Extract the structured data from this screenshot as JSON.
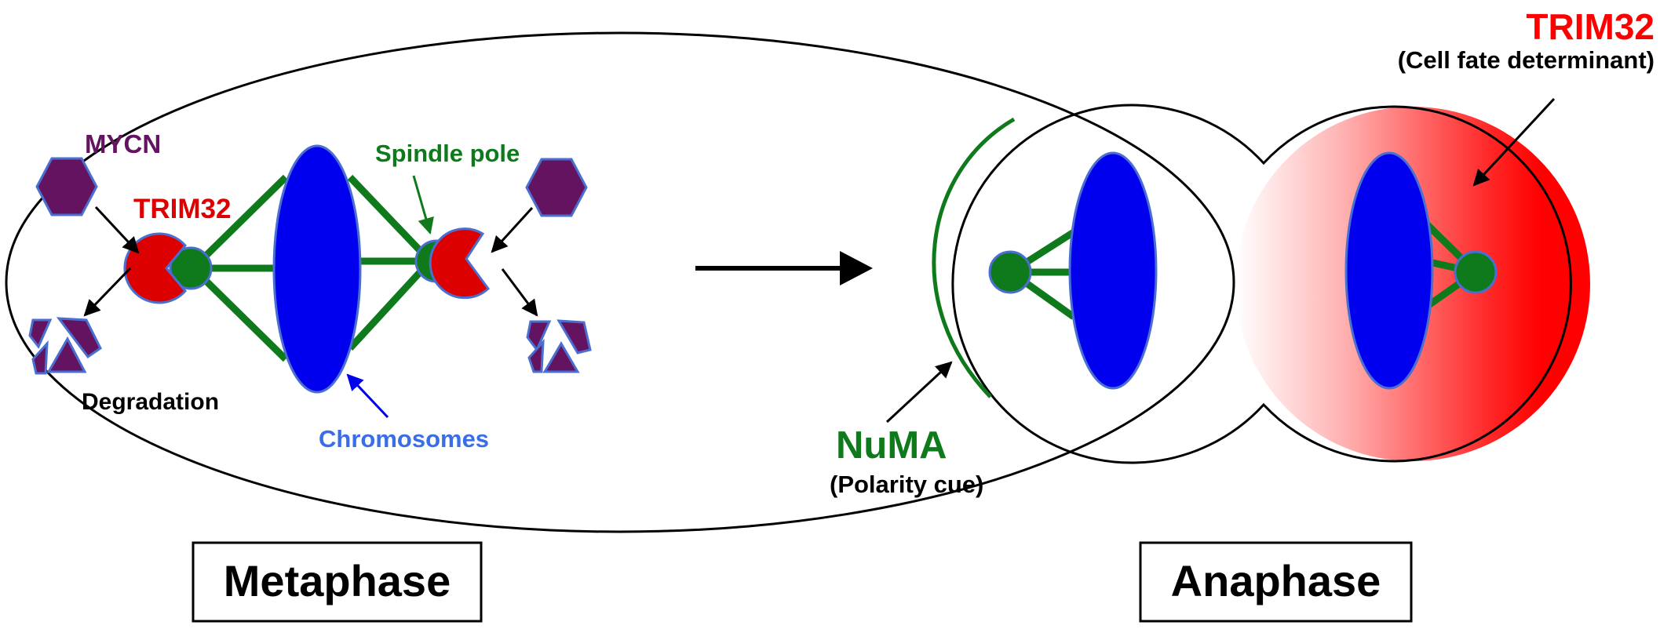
{
  "labels": {
    "mycn": "MYCN",
    "trim32_left": "TRIM32",
    "spindle_pole": "Spindle pole",
    "degradation": "Degradation",
    "chromosomes": "Chromosomes",
    "trim32_right": "TRIM32",
    "cell_fate": "(Cell fate determinant)",
    "numa": "NuMA",
    "polarity": "(Polarity cue)"
  },
  "phases": {
    "metaphase": "Metaphase",
    "anaphase": "Anaphase"
  },
  "colors": {
    "mycn": "#63135f",
    "trim32": "#dd0000",
    "spindle": "#0e7a1c",
    "chromosome": "#0000ee",
    "chromosome_label": "#3a6ee6",
    "cell_fate_gradient": "#ff0000"
  }
}
